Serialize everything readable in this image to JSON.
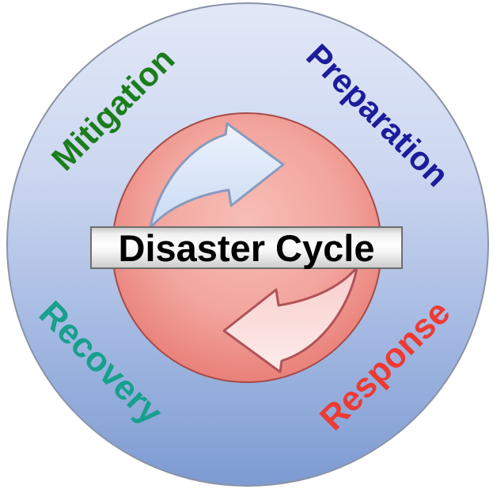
{
  "diagram": {
    "title": "Disaster Cycle",
    "stages": [
      {
        "label": "Mitigation",
        "color": "#1b7d1c",
        "position": "top-left",
        "rotation_deg": -45
      },
      {
        "label": "Preparation",
        "color": "#1c1c9c",
        "position": "top-right",
        "rotation_deg": 45
      },
      {
        "label": "Recovery",
        "color": "#17a08d",
        "position": "bottom-left",
        "rotation_deg": 45
      },
      {
        "label": "Response",
        "color": "#ed3a33",
        "position": "bottom-right",
        "rotation_deg": -45
      }
    ],
    "icons": {
      "top_arrow": "curved-arrow-pointing-right",
      "bottom_arrow": "curved-arrow-pointing-left"
    },
    "colors": {
      "outer_ring_top": "#e2e8f7",
      "outer_ring_bottom": "#7d9bd2",
      "outer_ring_border": "#8a93a6",
      "inner_disc_center": "#f7beb7",
      "inner_disc_edge": "#e26c65",
      "inner_disc_border": "#a64a47",
      "arrow_forward_fill": "#dde9fa",
      "arrow_forward_stroke": "#8a9abd",
      "arrow_back_fill": "#fadbd9",
      "arrow_back_stroke": "#b05359",
      "banner_border": "#6e6e6e",
      "banner_background": "#ffffff",
      "title_text": "#000000"
    }
  }
}
